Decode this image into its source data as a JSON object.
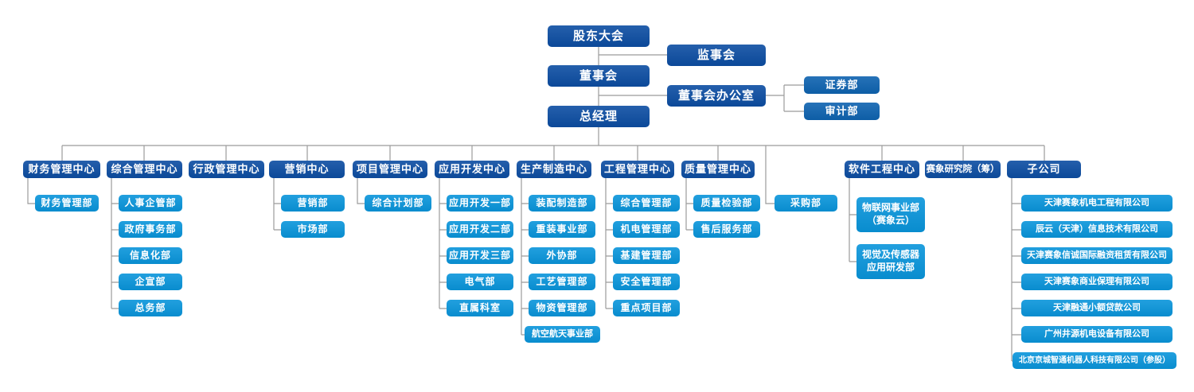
{
  "page": {
    "background": "#ffffff"
  },
  "colors": {
    "level1_dark_blue": "#0c4da2",
    "level2_medium_blue": "#0e63b0",
    "level3_bright_blue": "#0995db",
    "connector_gray": "#9b9b9b",
    "text_white": "#ffffff"
  },
  "chart_type": "org-chart",
  "governance": {
    "shareholders_meeting": "股东大会",
    "supervisory_board": "监事会",
    "board_of_directors": "董事会",
    "board_office": "董事会办公室",
    "securities_dept": "证券部",
    "audit_dept": "审计部",
    "general_manager": "总经理"
  },
  "procurement_dept": "采购部",
  "centers": [
    {
      "label": "财务管理中心",
      "children": [
        "财务管理部"
      ]
    },
    {
      "label": "综合管理中心",
      "children": [
        "人事企管部",
        "政府事务部",
        "信息化部",
        "企宣部",
        "总务部"
      ]
    },
    {
      "label": "行政管理中心",
      "children": []
    },
    {
      "label": "营销中心",
      "children": [
        "营销部",
        "市场部"
      ]
    },
    {
      "label": "项目管理中心",
      "children": [
        "综合计划部"
      ]
    },
    {
      "label": "应用开发中心",
      "children": [
        "应用开发一部",
        "应用开发二部",
        "应用开发三部",
        "电气部",
        "直属科室"
      ]
    },
    {
      "label": "生产制造中心",
      "children": [
        "装配制造部",
        "重装事业部",
        "外协部",
        "工艺管理部",
        "物资管理部",
        "航空航天事业部"
      ]
    },
    {
      "label": "工程管理中心",
      "children": [
        "综合管理部",
        "机电管理部",
        "基建管理部",
        "安全管理部",
        "重点项目部"
      ]
    },
    {
      "label": "质量管理中心",
      "children": [
        "质量检验部",
        "售后服务部"
      ]
    },
    {
      "label": "软件工程中心",
      "children": [
        {
          "lines": [
            "物联网事业部",
            "（赛象云）"
          ]
        },
        {
          "lines": [
            "视觉及传感器",
            "应用研发部"
          ]
        }
      ]
    },
    {
      "label": "赛象研究院（筹）",
      "children": []
    },
    {
      "label": "子公司",
      "children": [
        "天津赛象机电工程有限公司",
        "辰云（天津）信息技术有限公司",
        "天津赛象信诚国际融资租赁有限公司",
        "天津赛象商业保理有限公司",
        "天津融通小额贷款公司",
        "广州井源机电设备有限公司",
        "北京京城智通机器人科技有限公司（参股）"
      ]
    }
  ]
}
